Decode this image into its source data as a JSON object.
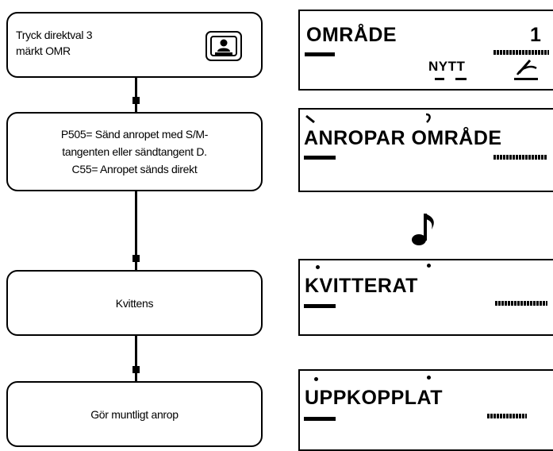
{
  "flowchart": {
    "step1": {
      "lines": [
        "Tryck direktval 3",
        "märkt OMR"
      ]
    },
    "step2": {
      "lines": [
        "P505= Sänd anropet med S/M-",
        "tangenten eller sändtangent D.",
        "C55= Anropet sänds direkt"
      ]
    },
    "step3": {
      "lines": [
        "Kvittens"
      ]
    },
    "step4": {
      "lines": [
        "Gör muntligt anrop"
      ]
    }
  },
  "displays": {
    "display1": {
      "label": "OMRÅDE",
      "number": "1",
      "sublabel": "NYTT"
    },
    "display2": {
      "label": "ANROPAR OMRÅDE"
    },
    "display3": {
      "label": "KVITTERAT"
    },
    "display4": {
      "label": "UPPKOPPLAT"
    }
  },
  "icons": {
    "direct_select_key": "person-key-icon",
    "ring_tone": "music-note-icon",
    "antenna": "antenna-icon"
  }
}
